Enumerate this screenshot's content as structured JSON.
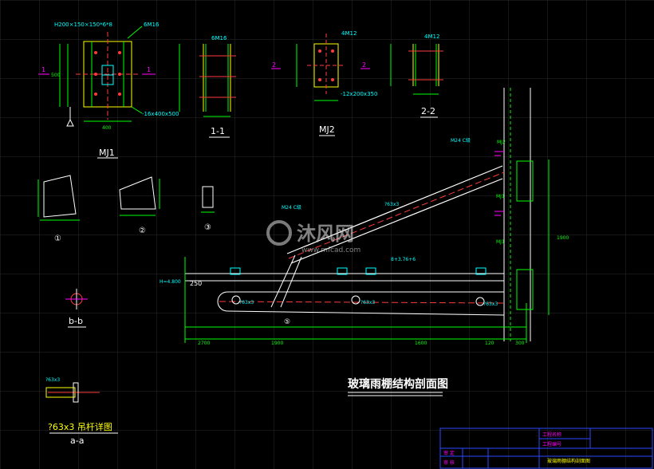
{
  "labels": {
    "mj1_header": "H200×150×150*6*8",
    "mj1_bolts": "6M16",
    "mj1_plate": "-16x400x500",
    "mj1_dim_bottom": "400",
    "mj1_dim_left": "500",
    "mj1_title": "MJ1",
    "sec_1_1_bolts": "6M16",
    "sec_1_1_title": "1-1",
    "mj2_bolts": "4M12",
    "mj2_plate": "-12x200x350",
    "mj2_title": "MJ2",
    "sec_2_2_bolts": "4M12",
    "sec_2_2_title": "2-2",
    "marker_1": "1",
    "marker_2": "2",
    "part_1": "①",
    "part_2": "②",
    "part_3": "③",
    "part_5": "⑤",
    "sec_b_b_title": "b-b",
    "sec_a_a_title": "a-a",
    "sec_a_a_caption": "?63x3 吊杆详图",
    "sec_a_a_small": "?63x3",
    "main_title": "玻璃雨棚结构剖面图",
    "tube_label_1": "?63x3",
    "tube_label_2": "?63x3",
    "tube_label_3": "?63x3",
    "tube_label_4": "?63x3",
    "elevation_label": "H=4.800",
    "width_label": "250",
    "bolt_note_1": "M24 C级",
    "bolt_note_2": "M24 C级",
    "mj_label_1": "MJ2",
    "mj_label_2": "MJ1",
    "mj_label_3": "MJ1",
    "height_dim": "1900",
    "rib_note": "8+3.76+6",
    "dim_1": "2700",
    "dim_2": "1900",
    "dim_3": "1600",
    "dim_4": "120",
    "dim_5": "300",
    "watermark_main": "沐风网",
    "watermark_url": "www.mfcad.com",
    "titleblock_row1": "工程名称",
    "titleblock_row2": "工程编号",
    "titleblock_row3": "审 定",
    "titleblock_row4": "审 核",
    "titleblock_drawing": "玻璃雨棚结构剖面图"
  },
  "colors": {
    "background": "#000000",
    "cyan": "#00ffff",
    "green": "#00ff00",
    "yellow": "#ffff00",
    "red": "#ff3b3b",
    "magenta": "#ff00ff",
    "white": "#ffffff",
    "blue_frame": "#2a4aff"
  }
}
